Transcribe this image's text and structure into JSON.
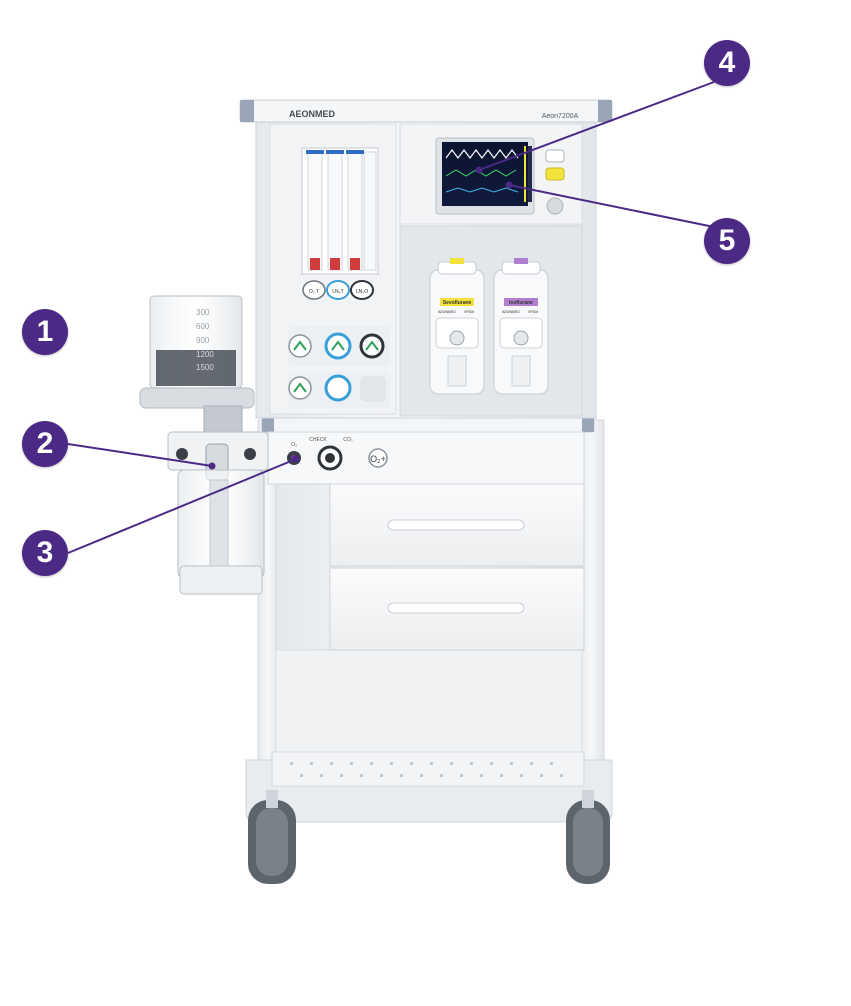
{
  "device": {
    "brand": "AEONMED",
    "model": "Aeon7200A",
    "vaporizer_left_label": "Sevoflurane",
    "vaporizer_right_label": "Isoflurane",
    "vaporizer_left_code": "AEONMED",
    "vaporizer_left_model": "VP300",
    "vaporizer_right_code": "AEONMED",
    "vaporizer_right_model": "VP300",
    "knob_left": "O₂ T",
    "knob_mid": "LN₃T",
    "knob_right": "LN₂O",
    "o2_flush": "O₂+",
    "port_labels": [
      "O₂",
      "CHECK",
      "CO₂"
    ],
    "canister_scale": [
      "300",
      "600",
      "900",
      "1200",
      "1500"
    ]
  },
  "callouts": [
    {
      "id": "1",
      "label": "1"
    },
    {
      "id": "2",
      "label": "2"
    },
    {
      "id": "3",
      "label": "3"
    },
    {
      "id": "4",
      "label": "4"
    },
    {
      "id": "5",
      "label": "5"
    }
  ],
  "colors": {
    "callout": "#4b2a86",
    "callout_line": "#4b2a86",
    "body": "#eef0f2",
    "trim": "#9aa6b8",
    "sevoflurane": "#f3e23a",
    "isoflurane": "#b07fd0",
    "gauge_ring": "#3a9fd8"
  }
}
